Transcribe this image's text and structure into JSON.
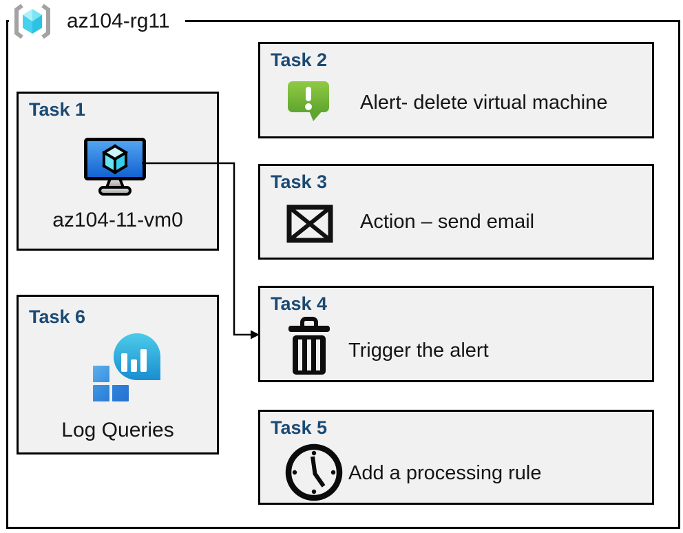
{
  "title": {
    "label": "az104-rg11"
  },
  "tasks": [
    {
      "id": "task1",
      "heading": "Task 1",
      "label": "az104-11-vm0",
      "icon": "virtual-machine-icon"
    },
    {
      "id": "task2",
      "heading": "Task 2",
      "label": "Alert- delete virtual machine",
      "icon": "alert-icon"
    },
    {
      "id": "task3",
      "heading": "Task 3",
      "label": "Action – send email",
      "icon": "email-icon"
    },
    {
      "id": "task4",
      "heading": "Task 4",
      "label": "Trigger the alert",
      "icon": "trash-icon"
    },
    {
      "id": "task5",
      "heading": "Task 5",
      "label": "Add a processing rule",
      "icon": "clock-icon"
    },
    {
      "id": "task6",
      "heading": "Task 6",
      "label": "Log Queries",
      "icon": "log-queries-icon"
    }
  ],
  "arrow": {
    "from": "task1-virtual-machine",
    "to": "task4"
  },
  "colors": {
    "heading_navy": "#1b4a73",
    "card_fill": "#f1f1f2",
    "border_black": "#000000",
    "alert_green_top": "#90ca45",
    "alert_green_bottom": "#5fa52e",
    "vm_screen_top": "#56a7f2",
    "vm_screen_bottom": "#0f5fd0",
    "log_teal_top": "#4ccbe9",
    "log_teal_bottom": "#1a8ed0",
    "rg_cube_cyan": "#46d1ec",
    "bracket_gray": "#a3a3a3"
  }
}
